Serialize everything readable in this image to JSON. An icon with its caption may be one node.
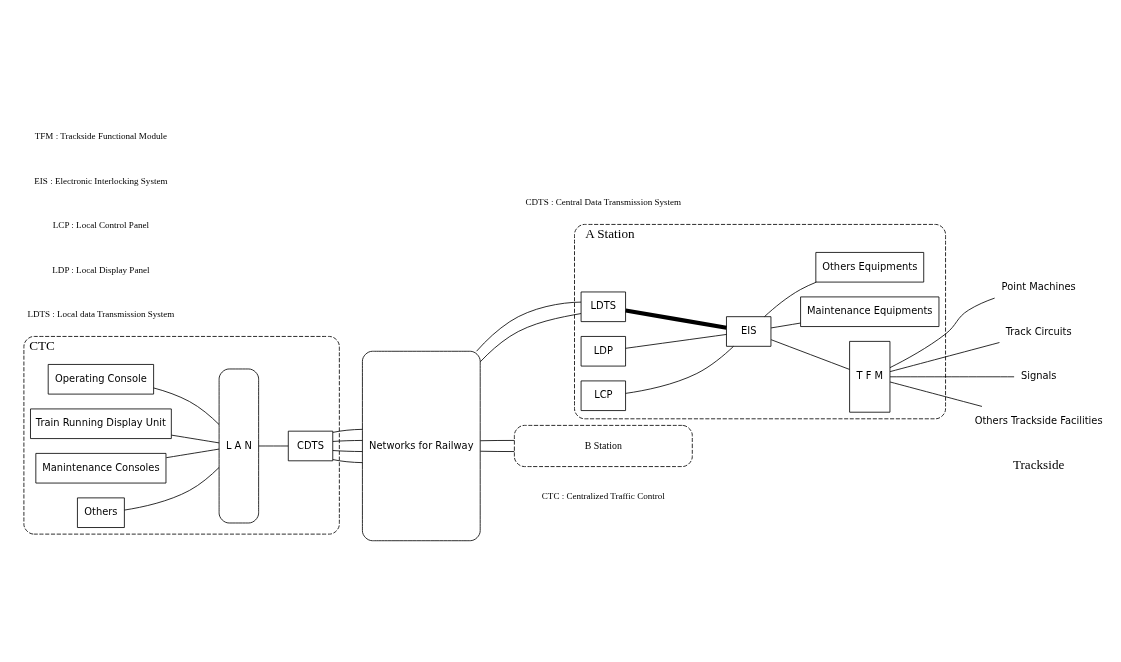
{
  "diagram": {
    "nodes": [
      {
        "text": [
          "CTC"
        ]
      },
      {
        "text": [
          "Operating Console"
        ],
        "in": 0
      },
      {
        "text": [
          "Train Running Display Unit"
        ],
        "in": 0
      },
      {
        "text": [
          "Manintenance Consoles"
        ],
        "in": 0
      },
      {
        "text": [
          "Others"
        ],
        "in": 0
      },
      {
        "text": [
          "L A N"
        ],
        "in": 0
      },
      {
        "text": [
          "CDTS"
        ],
        "in": 0
      },
      {
        "text": [
          "Networks for Railway"
        ]
      },
      {
        "text": [
          "A Station"
        ]
      },
      {
        "text": [
          "LDTS"
        ],
        "in": 8
      },
      {
        "text": [
          "EIS"
        ],
        "in": 8
      },
      {
        "text": [
          "LDP"
        ],
        "in": 8
      },
      {
        "text": [
          "LCP"
        ],
        "in": 8
      },
      {
        "text": [
          "T F M"
        ],
        "in": 8
      },
      {
        "text": [
          "Maintenance Equipments"
        ],
        "in": 8
      },
      {
        "text": [
          "Others Equipments"
        ],
        "in": 8
      },
      {
        "text": [
          "B Station"
        ]
      },
      {
        "text": [
          "Point Machines"
        ]
      },
      {
        "text": [
          "Track Circuits"
        ]
      },
      {
        "text": [
          "Signals"
        ]
      },
      {
        "text": [
          "Others Trackside Facilities"
        ]
      }
    ],
    "edges": [
      {
        "from": 1,
        "to": 5,
        "arrow": "none"
      },
      {
        "from": 2,
        "to": 5,
        "arrow": "none"
      },
      {
        "from": 3,
        "to": 5,
        "arrow": "none"
      },
      {
        "from": 4,
        "to": 5,
        "arrow": "none"
      },
      {
        "from": 5,
        "to": 6,
        "arrow": "none"
      },
      {
        "from": 6,
        "to": 7,
        "arrow": "none"
      },
      {
        "from": 6,
        "to": 7,
        "arrow": "none"
      },
      {
        "from": 6,
        "to": 7,
        "arrow": "none"
      },
      {
        "from": 6,
        "to": 7,
        "arrow": "none"
      },
      {
        "from": 7,
        "to": 9,
        "arrow": "none"
      },
      {
        "from": 7,
        "to": 9,
        "arrow": "none"
      },
      {
        "from": 7,
        "to": 16,
        "arrow": "none"
      },
      {
        "from": 7,
        "to": 16,
        "arrow": "none"
      },
      {
        "from": 9,
        "to": 10,
        "arrow": "none",
        "style": "thick"
      },
      {
        "from": 11,
        "to": 10,
        "arrow": "none"
      },
      {
        "from": 12,
        "to": 10,
        "arrow": "none"
      },
      {
        "from": 10,
        "to": 13,
        "arrow": "none"
      },
      {
        "from": 10,
        "to": 14,
        "arrow": "none"
      },
      {
        "from": 10,
        "to": 15,
        "arrow": "none"
      },
      {
        "from": 13,
        "to": 17,
        "arrow": "none"
      },
      {
        "from": 13,
        "to": 18,
        "arrow": "none"
      },
      {
        "from": 13,
        "to": 19,
        "arrow": "none"
      },
      {
        "from": 13,
        "to": 20,
        "arrow": "none"
      }
    ],
    "labels": [
      "Trackside",
      "CTC : Centralized Traffic Control",
      "CDTS : Central Data Transmission System",
      "LDTS : Local data Transmission System",
      "LDP : Local Display Panel",
      "LCP : Local Control Panel",
      "EIS : Electronic Interlocking System",
      "TFM : Trackside Functional Module"
    ]
  }
}
